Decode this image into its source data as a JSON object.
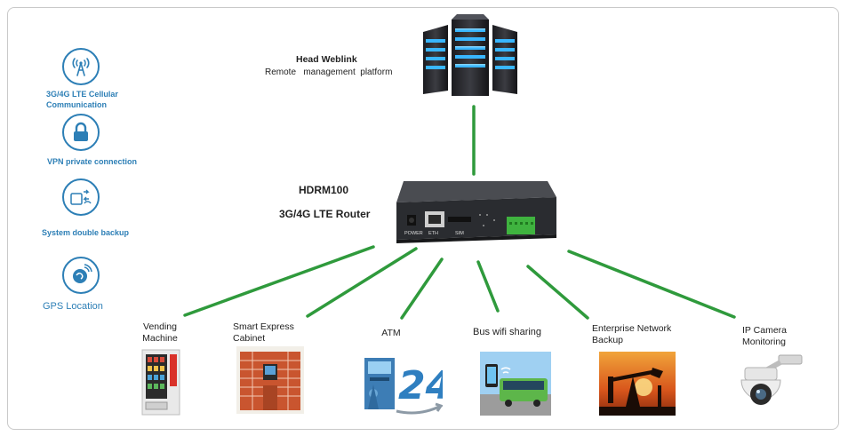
{
  "features": [
    {
      "label": "3G/4G LTE Cellular Communication",
      "icon": "cell-tower-icon"
    },
    {
      "label": "VPN private connection",
      "icon": "lock-icon"
    },
    {
      "label": "System double backup",
      "icon": "backup-icon"
    },
    {
      "label": "GPS Location",
      "icon": "gps-icon"
    }
  ],
  "server": {
    "title": "Head Weblink",
    "subtitle": "Remote   management  platform"
  },
  "router": {
    "model": "HDRM100",
    "description": "3G/4G LTE Router",
    "ports": {
      "power": "POWER",
      "eth": "ETH",
      "sim": "SIM"
    }
  },
  "devices": [
    {
      "label": "Vending Machine",
      "icon": "vending-machine-icon"
    },
    {
      "label": "Smart Express Cabinet",
      "icon": "express-cabinet-icon"
    },
    {
      "label": "ATM",
      "icon": "atm-icon"
    },
    {
      "label": "Bus wifi sharing",
      "icon": "bus-wifi-icon"
    },
    {
      "label": "Enterprise Network Backup",
      "icon": "oil-pump-icon"
    },
    {
      "label": "IP Camera Monitoring",
      "icon": "ip-camera-icon"
    }
  ],
  "colors": {
    "link_line": "#2f9a3c",
    "feature_blue": "#2d7fb6",
    "server_glow": "#39b6ff"
  }
}
